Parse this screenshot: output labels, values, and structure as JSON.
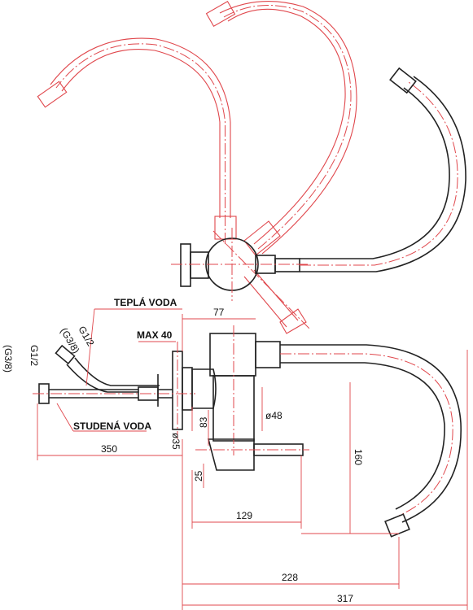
{
  "labels": {
    "tepla_voda": "TEPLÁ VODA",
    "studena_voda": "STUDENÁ VODA",
    "max": "MAX 40",
    "g_three_eighths_upper": "(G3/8)",
    "g_half_upper": "G1/2",
    "g_half_left": "G1/2",
    "g_three_eighths_left": "(G3/8)"
  },
  "dimensions": {
    "d77": "77",
    "d48": "ø48",
    "d35": "ø35",
    "d83": "83",
    "d25": "25",
    "d160": "160",
    "d350": "350",
    "d129": "129",
    "d228": "228",
    "d317": "317"
  },
  "colors": {
    "alt_position_lines": "#e0474c",
    "main_outline": "#222222"
  }
}
